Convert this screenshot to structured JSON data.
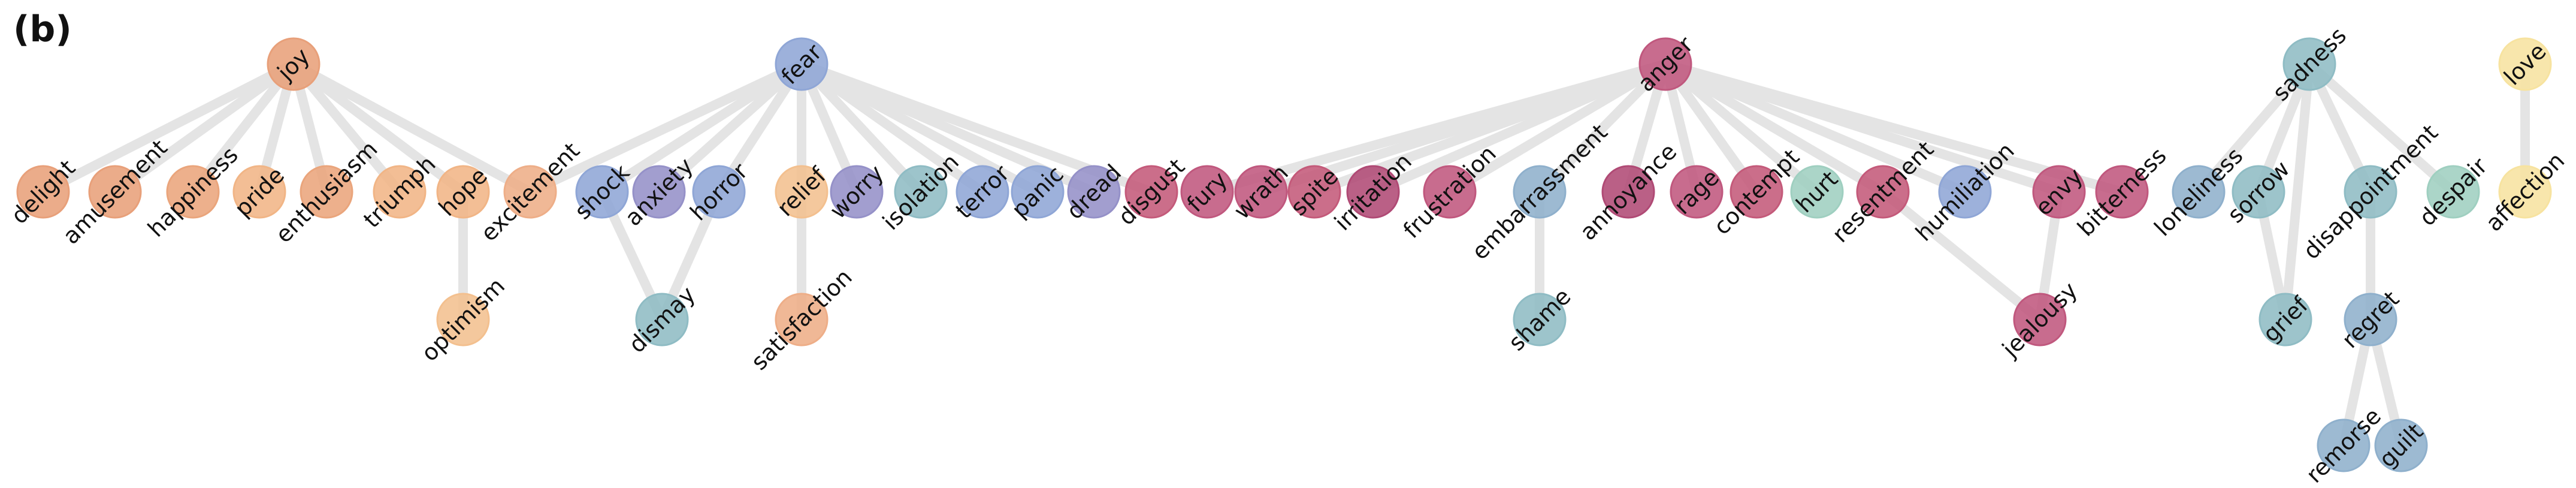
{
  "panel_label": "(b)",
  "colors": {
    "joy": "#e8a07a",
    "joy_light": "#f1b586",
    "fear": "#8fa6d6",
    "fear_purple": "#9591c8",
    "anger": "#c45a7a",
    "anger_dark": "#b04a75",
    "sadness": "#8fb8c4",
    "teal": "#9fcfc0",
    "love": "#f7e3a0",
    "edge": "#e4e4e4"
  },
  "nodes": [
    {
      "id": "joy",
      "label": "joy",
      "color": "#e8a07a"
    },
    {
      "id": "fear",
      "label": "fear",
      "color": "#8fa6d6"
    },
    {
      "id": "anger",
      "label": "anger",
      "color": "#c0587e"
    },
    {
      "id": "sadness",
      "label": "sadness",
      "color": "#8fbcc4"
    },
    {
      "id": "love",
      "label": "love",
      "color": "#f7e3a0"
    },
    {
      "id": "delight",
      "label": "delight",
      "color": "#e8a07a"
    },
    {
      "id": "amusement",
      "label": "amusement",
      "color": "#e8a07a"
    },
    {
      "id": "happiness",
      "label": "happiness",
      "color": "#eaa57c"
    },
    {
      "id": "pride",
      "label": "pride",
      "color": "#f1b586"
    },
    {
      "id": "enthusiasm",
      "label": "enthusiasm",
      "color": "#eaa57c"
    },
    {
      "id": "triumph",
      "label": "triumph",
      "color": "#f1b586"
    },
    {
      "id": "hope",
      "label": "hope",
      "color": "#f1b586"
    },
    {
      "id": "excitement",
      "label": "excitement",
      "color": "#eeae88"
    },
    {
      "id": "shock",
      "label": "shock",
      "color": "#8fa6d6"
    },
    {
      "id": "anxiety",
      "label": "anxiety",
      "color": "#9591c8"
    },
    {
      "id": "horror",
      "label": "horror",
      "color": "#8fa6d6"
    },
    {
      "id": "relief",
      "label": "relief",
      "color": "#f3c08f"
    },
    {
      "id": "worry",
      "label": "worry",
      "color": "#9591c8"
    },
    {
      "id": "isolation",
      "label": "isolation",
      "color": "#8fbcc4"
    },
    {
      "id": "terror",
      "label": "terror",
      "color": "#8fa6d6"
    },
    {
      "id": "panic",
      "label": "panic",
      "color": "#8fa6d6"
    },
    {
      "id": "dread",
      "label": "dread",
      "color": "#9591c8"
    },
    {
      "id": "disgust",
      "label": "disgust",
      "color": "#c45a7a"
    },
    {
      "id": "fury",
      "label": "fury",
      "color": "#c0587e"
    },
    {
      "id": "wrath",
      "label": "wrath",
      "color": "#c0587e"
    },
    {
      "id": "spite",
      "label": "spite",
      "color": "#c45a7a"
    },
    {
      "id": "irritation",
      "label": "irritation",
      "color": "#b04a75"
    },
    {
      "id": "frustration",
      "label": "frustration",
      "color": "#c0587e"
    },
    {
      "id": "embarrassment",
      "label": "embarrassment",
      "color": "#8fb0cc"
    },
    {
      "id": "annoyance",
      "label": "annoyance",
      "color": "#b04a75"
    },
    {
      "id": "rage",
      "label": "rage",
      "color": "#c0587e"
    },
    {
      "id": "contempt",
      "label": "contempt",
      "color": "#c45a7a"
    },
    {
      "id": "hurt",
      "label": "hurt",
      "color": "#9fcfc0"
    },
    {
      "id": "resentment",
      "label": "resentment",
      "color": "#c45a7a"
    },
    {
      "id": "humiliation",
      "label": "humiliation",
      "color": "#8fa6d6"
    },
    {
      "id": "envy",
      "label": "envy",
      "color": "#c0587e"
    },
    {
      "id": "bitterness",
      "label": "bitterness",
      "color": "#c0587e"
    },
    {
      "id": "loneliness",
      "label": "loneliness",
      "color": "#8fb0cc"
    },
    {
      "id": "sorrow",
      "label": "sorrow",
      "color": "#8fbcc4"
    },
    {
      "id": "disappointment",
      "label": "disappointment",
      "color": "#8fbcc4"
    },
    {
      "id": "despair",
      "label": "despair",
      "color": "#9fcfc0"
    },
    {
      "id": "affection",
      "label": "affection",
      "color": "#f7e3a0"
    },
    {
      "id": "optimism",
      "label": "optimism",
      "color": "#f3c08f"
    },
    {
      "id": "dismay",
      "label": "dismay",
      "color": "#8fbcc4"
    },
    {
      "id": "satisfaction",
      "label": "satisfaction",
      "color": "#eeae88"
    },
    {
      "id": "shame",
      "label": "shame",
      "color": "#8fbcc4"
    },
    {
      "id": "jealousy",
      "label": "jealousy",
      "color": "#c0587e"
    },
    {
      "id": "grief",
      "label": "grief",
      "color": "#8fbcc4"
    },
    {
      "id": "regret",
      "label": "regret",
      "color": "#8fb0cc"
    },
    {
      "id": "remorse",
      "label": "remorse",
      "color": "#8fb0cc"
    },
    {
      "id": "guilt",
      "label": "guilt",
      "color": "#8fb0cc"
    }
  ],
  "edges": [
    [
      "joy",
      "delight"
    ],
    [
      "joy",
      "amusement"
    ],
    [
      "joy",
      "happiness"
    ],
    [
      "joy",
      "pride"
    ],
    [
      "joy",
      "enthusiasm"
    ],
    [
      "joy",
      "triumph"
    ],
    [
      "joy",
      "hope"
    ],
    [
      "joy",
      "excitement"
    ],
    [
      "hope",
      "optimism"
    ],
    [
      "fear",
      "excitement"
    ],
    [
      "fear",
      "shock"
    ],
    [
      "fear",
      "anxiety"
    ],
    [
      "fear",
      "horror"
    ],
    [
      "fear",
      "relief"
    ],
    [
      "fear",
      "worry"
    ],
    [
      "fear",
      "isolation"
    ],
    [
      "fear",
      "terror"
    ],
    [
      "fear",
      "panic"
    ],
    [
      "fear",
      "dread"
    ],
    [
      "fear",
      "disgust"
    ],
    [
      "shock",
      "dismay"
    ],
    [
      "horror",
      "dismay"
    ],
    [
      "relief",
      "satisfaction"
    ],
    [
      "anger",
      "fury"
    ],
    [
      "anger",
      "wrath"
    ],
    [
      "anger",
      "spite"
    ],
    [
      "anger",
      "irritation"
    ],
    [
      "anger",
      "frustration"
    ],
    [
      "anger",
      "embarrassment"
    ],
    [
      "anger",
      "annoyance"
    ],
    [
      "anger",
      "rage"
    ],
    [
      "anger",
      "contempt"
    ],
    [
      "anger",
      "hurt"
    ],
    [
      "anger",
      "resentment"
    ],
    [
      "anger",
      "humiliation"
    ],
    [
      "anger",
      "envy"
    ],
    [
      "anger",
      "bitterness"
    ],
    [
      "embarrassment",
      "shame"
    ],
    [
      "envy",
      "jealousy"
    ],
    [
      "resentment",
      "jealousy"
    ],
    [
      "sadness",
      "loneliness"
    ],
    [
      "sadness",
      "sorrow"
    ],
    [
      "sadness",
      "disappointment"
    ],
    [
      "sadness",
      "despair"
    ],
    [
      "sorrow",
      "grief"
    ],
    [
      "sadness",
      "grief"
    ],
    [
      "disappointment",
      "regret"
    ],
    [
      "regret",
      "remorse"
    ],
    [
      "regret",
      "guilt"
    ],
    [
      "love",
      "affection"
    ]
  ]
}
